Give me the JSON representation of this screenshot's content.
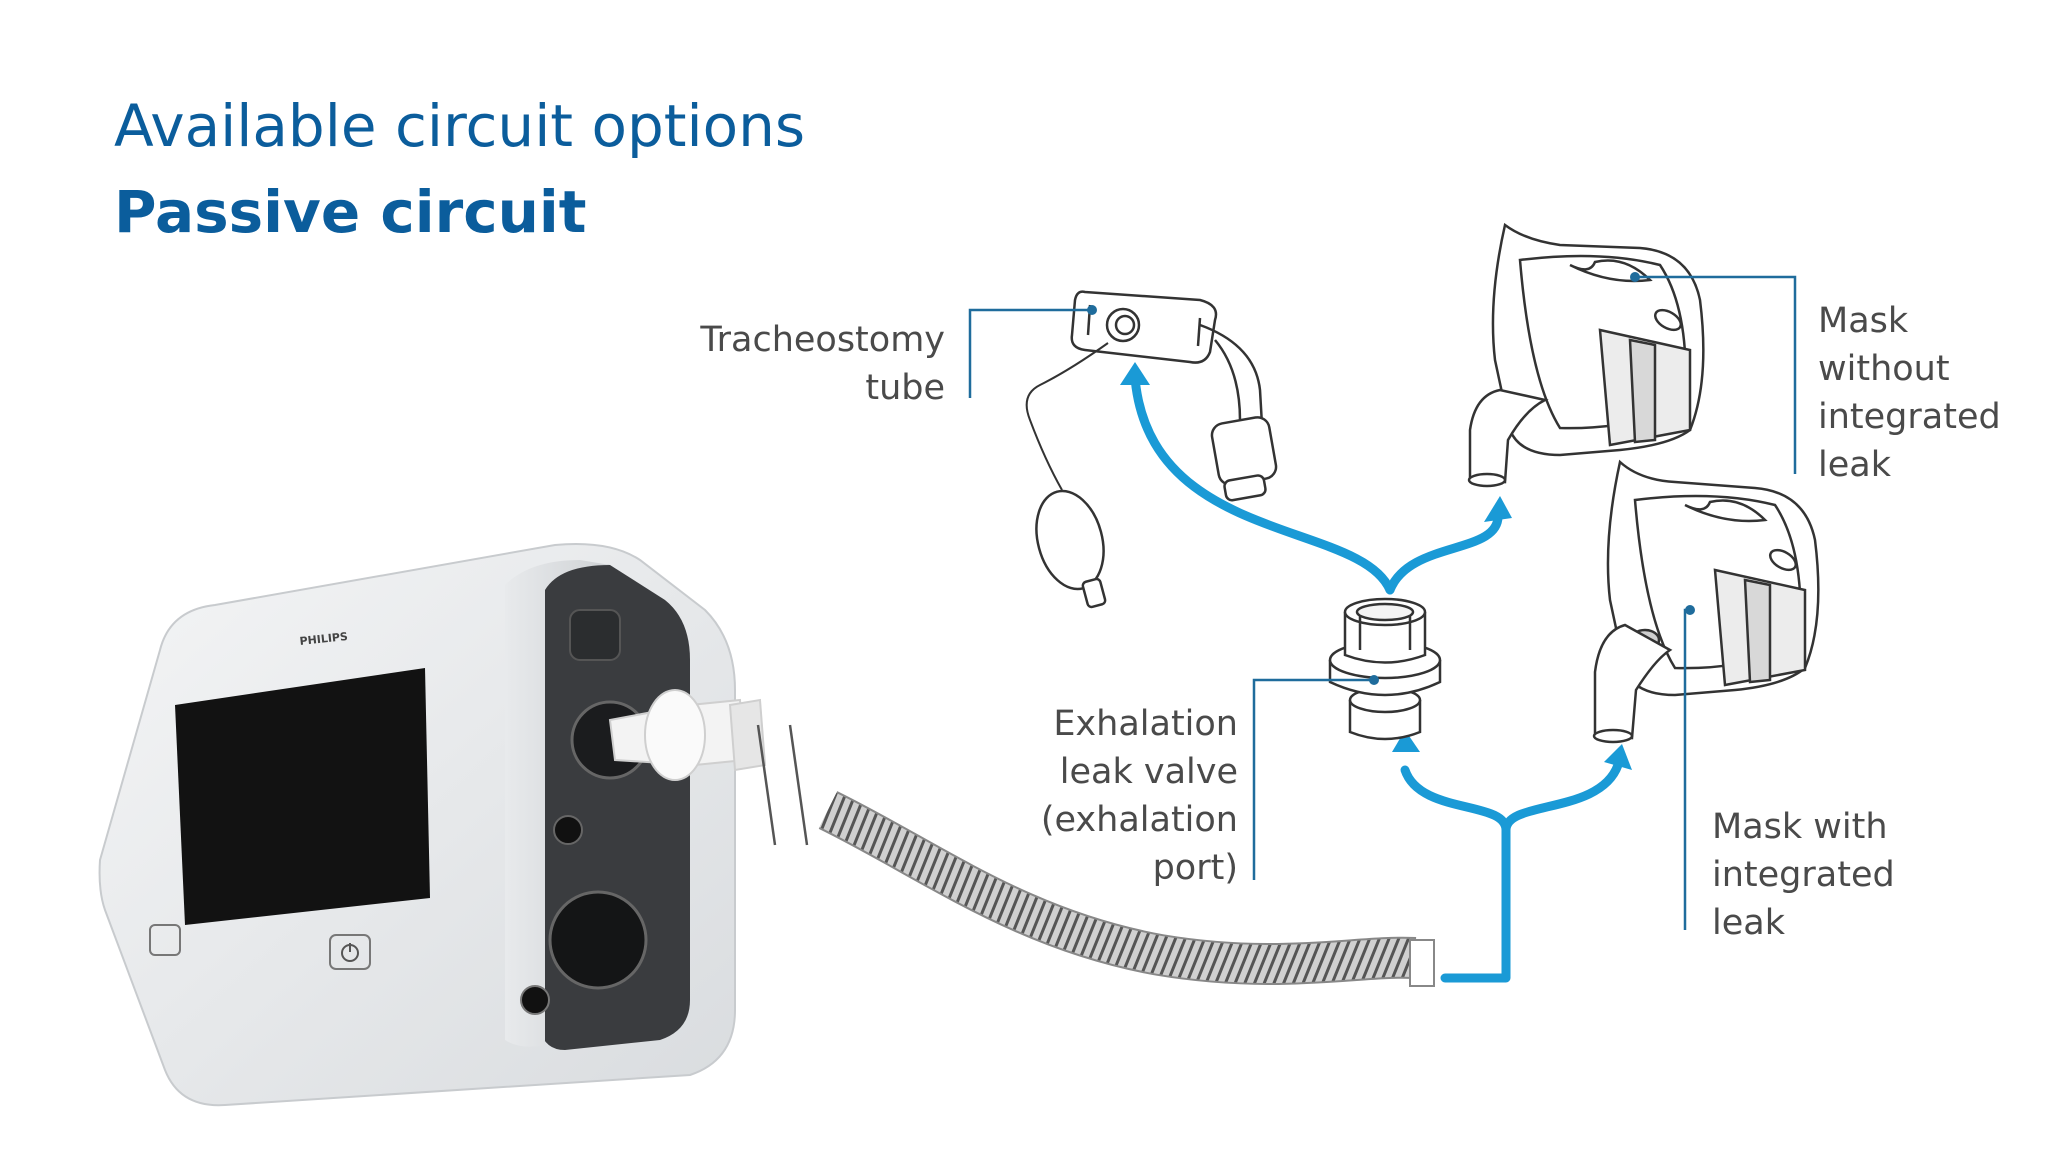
{
  "title": {
    "line1": "Available circuit options",
    "line2": "Passive circuit"
  },
  "labels": {
    "tracheostomy": [
      "Tracheostomy",
      "tube"
    ],
    "mask_without": [
      "Mask",
      "without",
      "integrated",
      "leak"
    ],
    "exhalation": [
      "Exhalation",
      "leak valve",
      "(exhalation",
      "port)"
    ],
    "mask_with": [
      "Mask with",
      "integrated",
      "leak"
    ]
  },
  "device": {
    "brand": "PHILIPS"
  },
  "colors": {
    "title": "#0b5d9c",
    "arrow": "#1a9ad6",
    "leader": "#1f6c9c",
    "label": "#4a4a4a"
  }
}
